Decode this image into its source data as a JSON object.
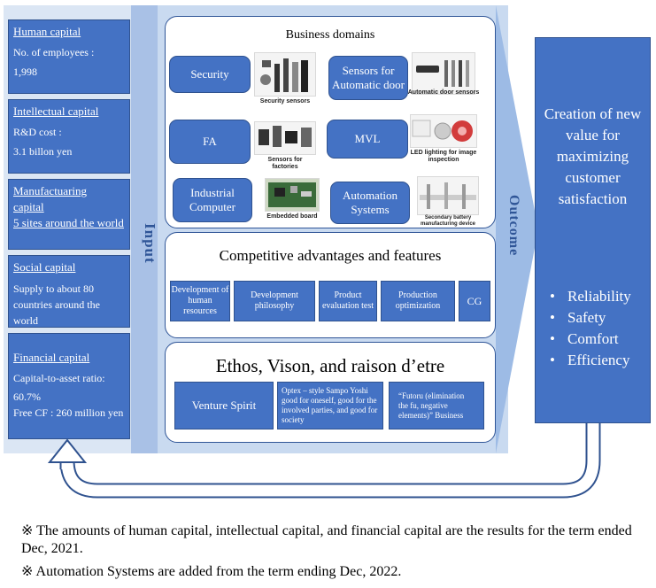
{
  "capitals": [
    {
      "title": "Human capital",
      "lines": [
        "No. of employees :",
        "1,998"
      ]
    },
    {
      "title": "Intellectual capital",
      "lines": [
        "R&D cost :",
        "3.1 billon yen"
      ]
    },
    {
      "title": "Manufactuaring capital",
      "title2": "5 sites  around the world",
      "lines": []
    },
    {
      "title": "Social capital",
      "lines": [
        "Supply to about 80 countries around the world"
      ]
    },
    {
      "title": "Financial capital",
      "lines": [
        "Capital-to-asset ratio:",
        "60.7%",
        "Free CF : 260 million yen"
      ]
    }
  ],
  "labels": {
    "input": "Input",
    "outcome": "Outcome"
  },
  "business": {
    "title": "Business domains",
    "domains": [
      "Security",
      "Sensors for Automatic door",
      "FA",
      "MVL",
      "Industrial Computer",
      "Automation Systems"
    ],
    "images": [
      "Security sensors",
      "Automatic door sensors",
      "Sensors for factories",
      "LED lighting for image inspection",
      "Embedded board",
      "Secondary battery manufacturing device"
    ]
  },
  "competitive": {
    "title": "Competitive advantages and features",
    "items": [
      "Development of human resources",
      "Development philosophy",
      "Product evaluation test",
      "Production optimization",
      "CG"
    ]
  },
  "ethos": {
    "title": "Ethos, Vison, and raison d’etre",
    "items": [
      "Venture Spirit",
      "Optex – style Sampo Yoshi good for oneself, good for the involved parties, and good for society",
      "“Futoru (elimination the fu, negative elements)” Business"
    ]
  },
  "outcome_box": {
    "title": "Creation of new value for maximizing customer satisfaction",
    "values": [
      "Reliability",
      "Safety",
      "Comfort",
      "Efficiency"
    ]
  },
  "footnotes": [
    "※ The amounts of human capital, intellectual capital, and financial capital are the results for the term ended Dec, 2021.",
    "※ Automation Systems are added from the term ending Dec, 2022."
  ],
  "colors": {
    "accent": "#4472c4",
    "border": "#2f528f",
    "band": "#c9daf0",
    "label": "#2f5597"
  }
}
